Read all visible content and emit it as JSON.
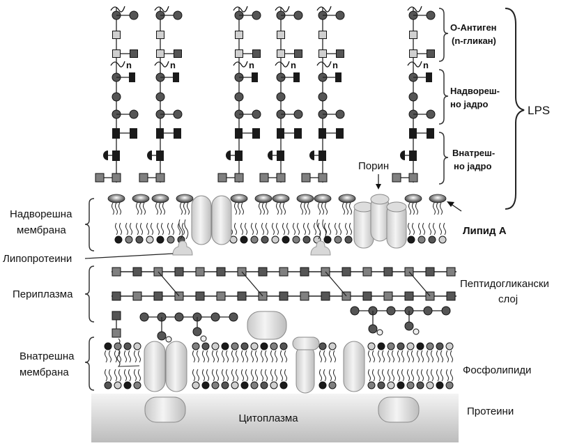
{
  "labels": {
    "o_antigen_1": "О-Антиген",
    "o_antigen_2": "(n-гликан)",
    "outer_core_1": "Надвореш-",
    "outer_core_2": "но јадро",
    "inner_core_1": "Внатреш-",
    "inner_core_2": "но јадро",
    "lps": "LPS",
    "porin": "Порин",
    "lipid_a": "Липид А",
    "outer_membrane_1": "Надворешна",
    "outer_membrane_2": "мембрана",
    "lipoproteins": "Липопротеини",
    "periplasm": "Периплазма",
    "peptidoglycan_1": "Пептидогликански",
    "peptidoglycan_2": "слој",
    "inner_membrane_1": "Внатрешна",
    "inner_membrane_2": "мембрана",
    "phospholipids": "Фосфолипиди",
    "proteins": "Протеини",
    "cytoplasm": "Цитоплазма",
    "repeat_n": "n"
  },
  "colors": {
    "dark": "#1a1a1a",
    "mid": "#555555",
    "grey": "#808080",
    "light": "#d0d0d0",
    "protein_fill": "#e4e4e4",
    "cytoplasm_top": "#f2f2f2",
    "cytoplasm_bottom": "#bdbdbd"
  }
}
